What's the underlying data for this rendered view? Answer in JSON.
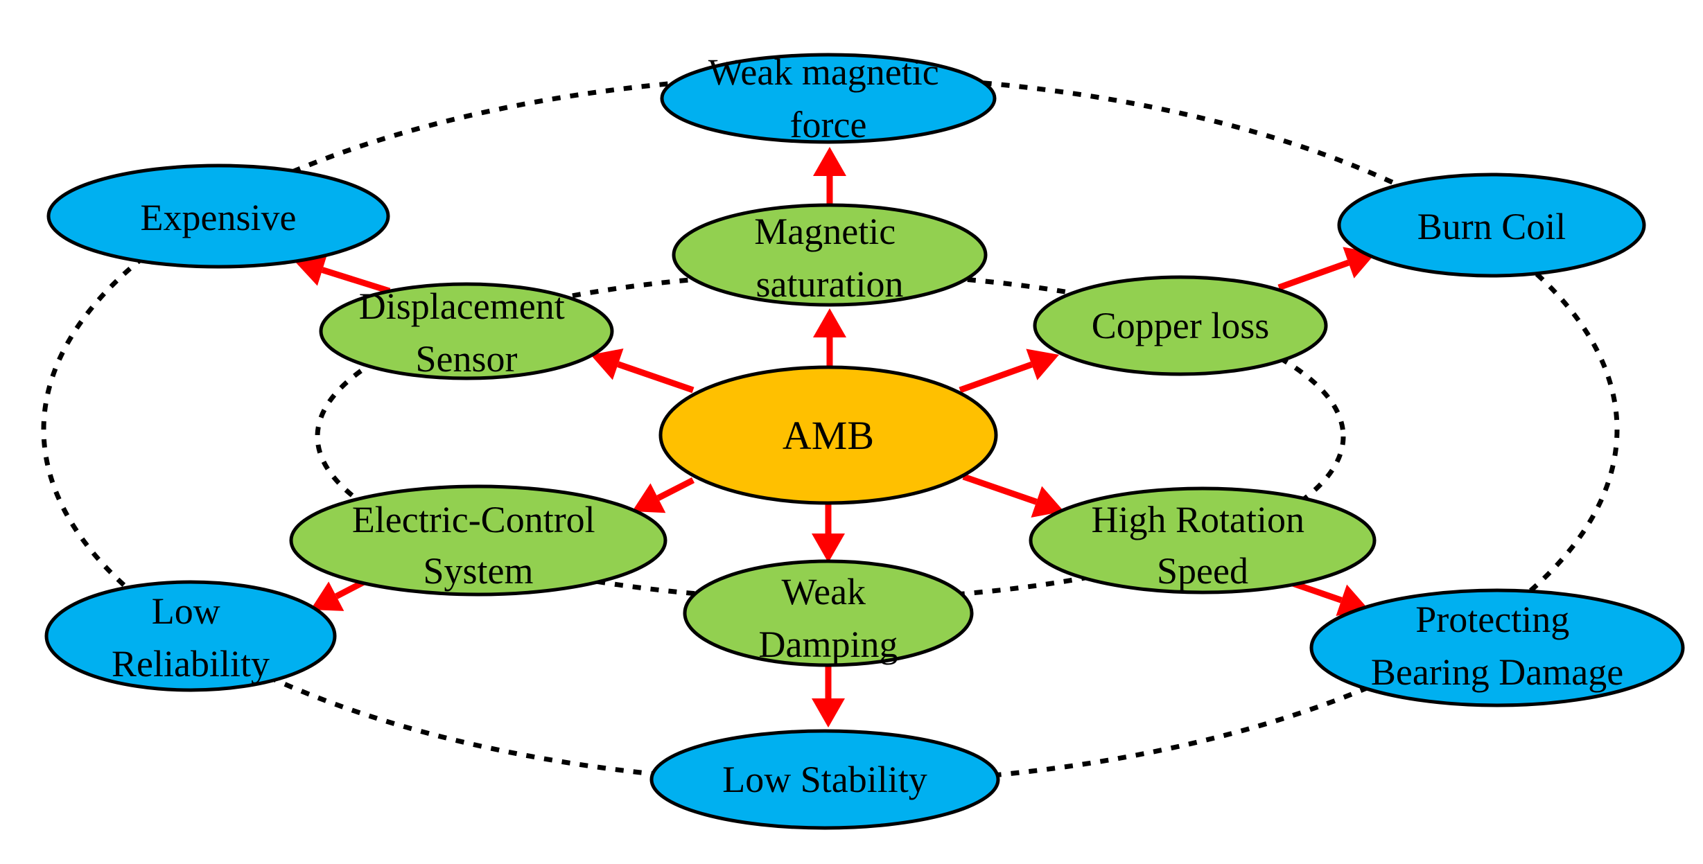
{
  "colors": {
    "center": "#ffc000",
    "inner": "#92d050",
    "outer": "#00b0f0",
    "arrow": "#ff0000",
    "outline": "#000000"
  },
  "center": {
    "lines": [
      "AMB"
    ]
  },
  "inner_nodes": {
    "magnetic_saturation": {
      "lines": [
        "Magnetic",
        "saturation"
      ]
    },
    "displacement_sensor": {
      "lines": [
        "Displacement",
        "Sensor"
      ]
    },
    "copper_loss": {
      "lines": [
        "Copper loss"
      ]
    },
    "electric_control_system": {
      "lines": [
        "Electric-Control",
        "System"
      ]
    },
    "high_rotation_speed": {
      "lines": [
        "High Rotation",
        "Speed"
      ]
    },
    "weak_damping": {
      "lines": [
        "Weak",
        "Damping"
      ]
    }
  },
  "outer_nodes": {
    "weak_magnetic_force": {
      "lines": [
        "Weak magnetic",
        "force"
      ]
    },
    "expensive": {
      "lines": [
        "Expensive"
      ]
    },
    "burn_coil": {
      "lines": [
        "Burn Coil"
      ]
    },
    "low_reliability": {
      "lines": [
        "Low",
        "Reliability"
      ]
    },
    "protecting_bearing_damage": {
      "lines": [
        "Protecting",
        "Bearing Damage"
      ]
    },
    "low_stability": {
      "lines": [
        "Low Stability"
      ]
    }
  }
}
